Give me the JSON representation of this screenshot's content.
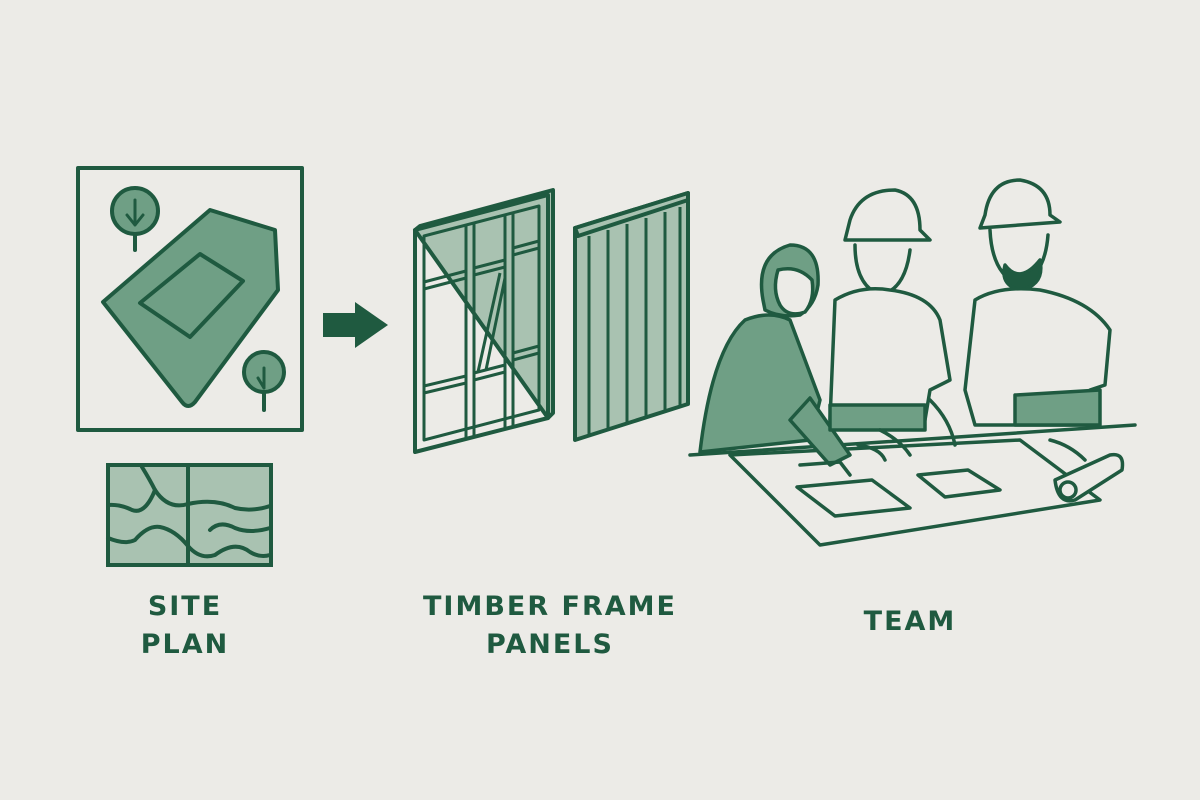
{
  "colors": {
    "background": "#ecebe7",
    "stroke": "#1f5a40",
    "fill_medium": "#6f9f85",
    "fill_light": "#a9c2b1"
  },
  "steps": [
    {
      "id": "site-plan",
      "label_line1": "SITE",
      "label_line2": "PLAN",
      "icon": "site-plan-icon"
    },
    {
      "id": "timber-frame-panels",
      "label_line1": "TIMBER FRAME",
      "label_line2": "PANELS",
      "icon": "timber-frame-icon"
    },
    {
      "id": "team",
      "label_line1": "TEAM",
      "icon": "team-icon"
    }
  ],
  "connector": {
    "icon": "arrow-right-icon"
  }
}
